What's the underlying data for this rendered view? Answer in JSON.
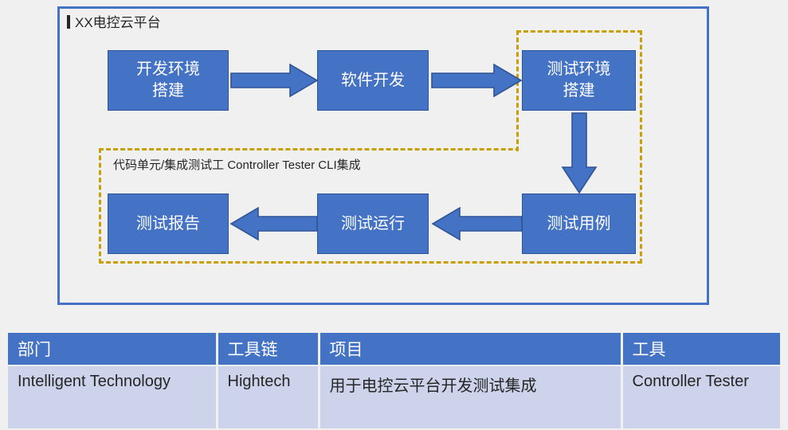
{
  "platform": {
    "title": "XX电控云平台",
    "accent_color": "#4472c4",
    "dashed_color": "#c8a005",
    "background_color": "#f0f0f0"
  },
  "diagram": {
    "group_label": "代码单元/集成测试工 Controller Tester CLI集成",
    "nodes": [
      {
        "id": "dev-env",
        "label": "开发环境\n搭建"
      },
      {
        "id": "soft-dev",
        "label": "软件开发"
      },
      {
        "id": "test-env",
        "label": "测试环境\n搭建"
      },
      {
        "id": "test-case",
        "label": "测试用例"
      },
      {
        "id": "test-run",
        "label": "测试运行"
      },
      {
        "id": "test-rep",
        "label": "测试报告"
      }
    ],
    "node_labels": {
      "dev_env_line1": "开发环境",
      "dev_env_line2": "搭建",
      "soft_dev": "软件开发",
      "test_env_line1": "测试环境",
      "test_env_line2": "搭建",
      "test_case": "测试用例",
      "test_run": "测试运行",
      "test_report": "测试报告"
    },
    "edges": [
      {
        "from": "dev-env",
        "to": "soft-dev",
        "direction": "right"
      },
      {
        "from": "soft-dev",
        "to": "test-env",
        "direction": "right"
      },
      {
        "from": "test-env",
        "to": "test-case",
        "direction": "down"
      },
      {
        "from": "test-case",
        "to": "test-run",
        "direction": "left"
      },
      {
        "from": "test-run",
        "to": "test-rep",
        "direction": "left"
      }
    ],
    "node_fill": "#4472c4",
    "node_text_color": "#ffffff"
  },
  "table": {
    "headers": [
      "部门",
      "工具链",
      "项目",
      "工具"
    ],
    "rows": [
      [
        "Intelligent Technology",
        "Hightech",
        "用于电控云平台开发测试集成",
        "Controller Tester"
      ]
    ],
    "header_bg": "#4472c4",
    "row_bg": "#ccd3ea"
  }
}
